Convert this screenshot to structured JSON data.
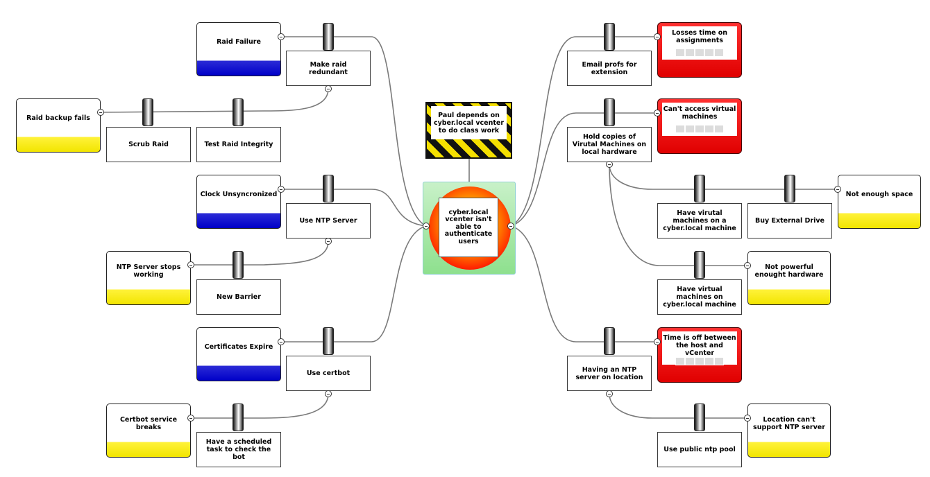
{
  "hazard": {
    "label": "Paul depends on cyber.local vcenter to do class work"
  },
  "top_event": {
    "label": "cyber.local vcenter isn't able to authenticate users"
  },
  "threats": {
    "raid_failure": "Raid Failure",
    "raid_backup_fails": "Raid backup fails",
    "clock_unsync": "Clock Unsyncronized",
    "ntp_stops": "NTP Server stops working",
    "certs_expire": "Certificates Expire",
    "certbot_breaks": "Certbot service breaks",
    "not_enough_space": "Not enough space",
    "not_powerful": "Not powerful enought hardware",
    "location_cant": "Location can't support NTP server"
  },
  "barriers": {
    "make_raid_redundant": "Make raid redundant",
    "scrub_raid": "Scrub Raid",
    "test_raid_integrity": "Test Raid Integrity",
    "use_ntp_server": "Use NTP Server",
    "new_barrier": "New Barrier",
    "use_certbot": "Use certbot",
    "scheduled_task": "Have a scheduled task to check the bot",
    "email_profs": "Email profs for extension",
    "hold_copies": "Hold copies of Virutal Machines on local hardware",
    "have_vms_cyber": "Have virutal machines on a cyber.local machine",
    "buy_external": "Buy External Drive",
    "have_vms_on_cyber": "Have virtual machines on cyber.local machine",
    "having_ntp": "Having an NTP server on location",
    "use_public_ntp": "Use public ntp pool"
  },
  "consequences": {
    "losses_time": "Losses time on assignments",
    "cant_access": "Can't access virtual machines",
    "time_off": "Time is off between the host and vCenter"
  },
  "colors": {
    "threat_blue": "#0000c8",
    "threat_yellow": "#f2e500",
    "consequence_red": "#e00000",
    "top_event_bg": "#8ee08e"
  }
}
